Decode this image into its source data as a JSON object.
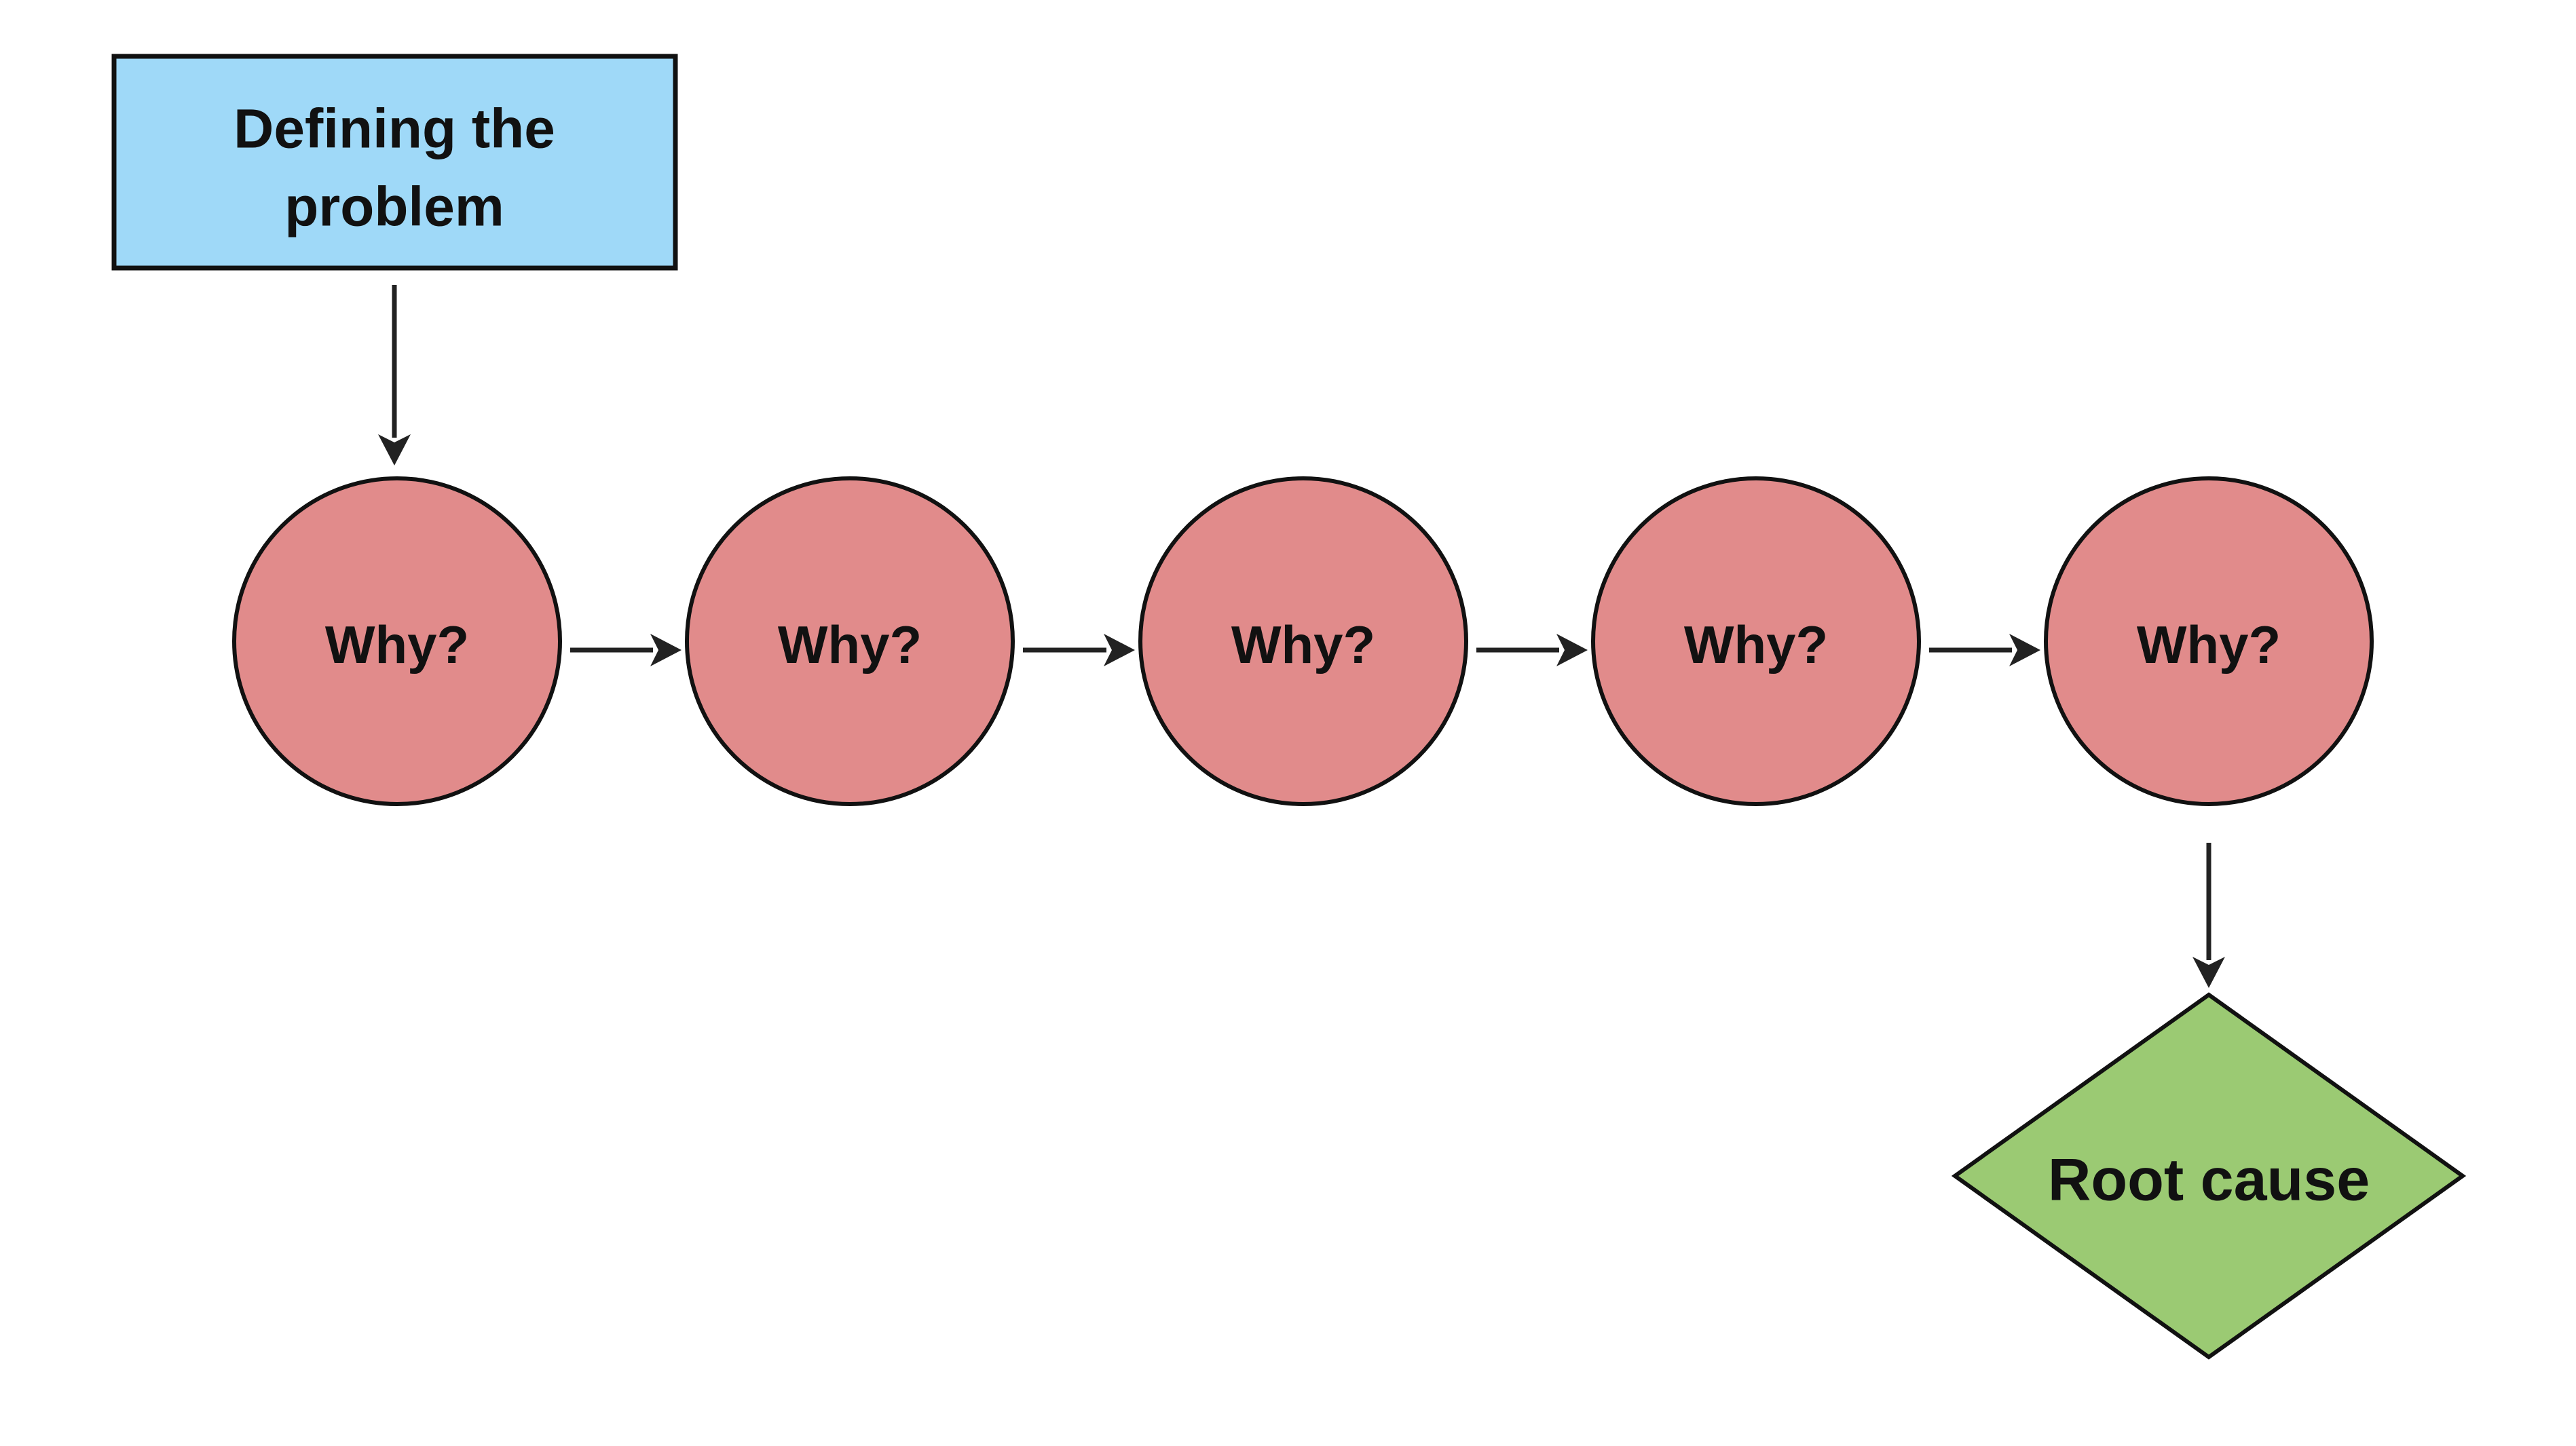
{
  "diagram": {
    "nodes": {
      "problem": {
        "label": "Defining the problem",
        "line1": "Defining the",
        "line2": "problem"
      },
      "whys": [
        {
          "label": "Why?"
        },
        {
          "label": "Why?"
        },
        {
          "label": "Why?"
        },
        {
          "label": "Why?"
        },
        {
          "label": "Why?"
        }
      ],
      "root": {
        "label": "Root cause"
      }
    },
    "colors": {
      "problem_fill": "#9FD9F8",
      "why_fill": "#E18B8B",
      "root_fill": "#9BCA73",
      "outline": "#111111",
      "arrow": "#222222",
      "background": "#FFFFFF",
      "text": "#111111"
    }
  }
}
